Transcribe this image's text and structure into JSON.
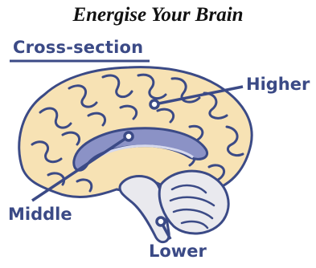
{
  "title": "Energise Your Brain",
  "diagram": {
    "heading": "Cross-section",
    "labels": {
      "higher": "Higher",
      "middle": "Middle",
      "lower": "Lower"
    },
    "colors": {
      "label_text": "#3b4a86",
      "outline": "#3b4a86",
      "cortex_fill": "#f7e2b4",
      "middle_fill": "#8b92c6",
      "lower_fill": "#e9e9ee"
    }
  }
}
